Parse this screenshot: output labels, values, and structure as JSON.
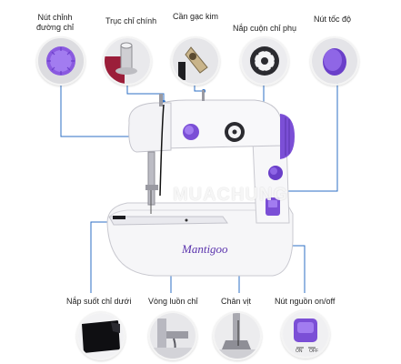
{
  "labels": {
    "thread_tension_knob": "Nút chỉnh\nđường chỉ",
    "main_spool": "Trục chỉ chính",
    "needle_bar": "Cần gạc kim",
    "bobbin_cover": "Nắp cuộn chỉ phụ",
    "speed_button": "Nút tốc độ",
    "bobbin_case_cover": "Nắp suốt chỉ dưới",
    "thread_loop": "Vòng luồn chỉ",
    "presser_foot": "Chân vịt",
    "power_switch": "Nút nguồn on/off"
  },
  "machine": {
    "brand": "Mantigoo",
    "switch_on": "ON",
    "switch_off": "OFF"
  },
  "watermark": "MUACHUNG",
  "colors": {
    "accent": "#7b4fd6",
    "line": "#2d6fc4",
    "body": "#f4f4f6"
  }
}
